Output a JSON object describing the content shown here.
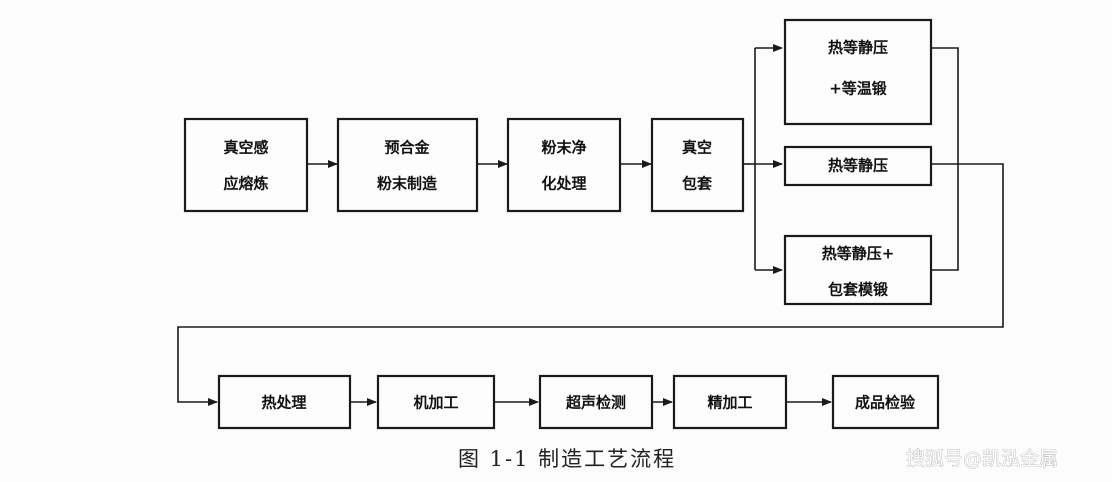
{
  "steps": {
    "vacuum_induction_melting": [
      "真空感",
      "应熔炼"
    ],
    "prealloy_powder_making": [
      "预合金",
      "粉末制造"
    ],
    "powder_purification": [
      "粉末净",
      "化处理"
    ],
    "vacuum_canning": [
      "真空",
      "包套"
    ],
    "hip_isothermal_forging": [
      "热等静压",
      "+等温锻"
    ],
    "hip": [
      "热等静压"
    ],
    "hip_canned_forging": [
      "热等静压+",
      "包套模锻"
    ],
    "heat_treatment": [
      "热处理"
    ],
    "machining": [
      "机加工"
    ],
    "ultrasonic_testing": [
      "超声检测"
    ],
    "finish_machining": [
      "精加工"
    ],
    "product_inspection": [
      "成品检验"
    ]
  },
  "caption": "图 1-1  制造工艺流程",
  "watermark": "搜狐号@凯泓金属"
}
